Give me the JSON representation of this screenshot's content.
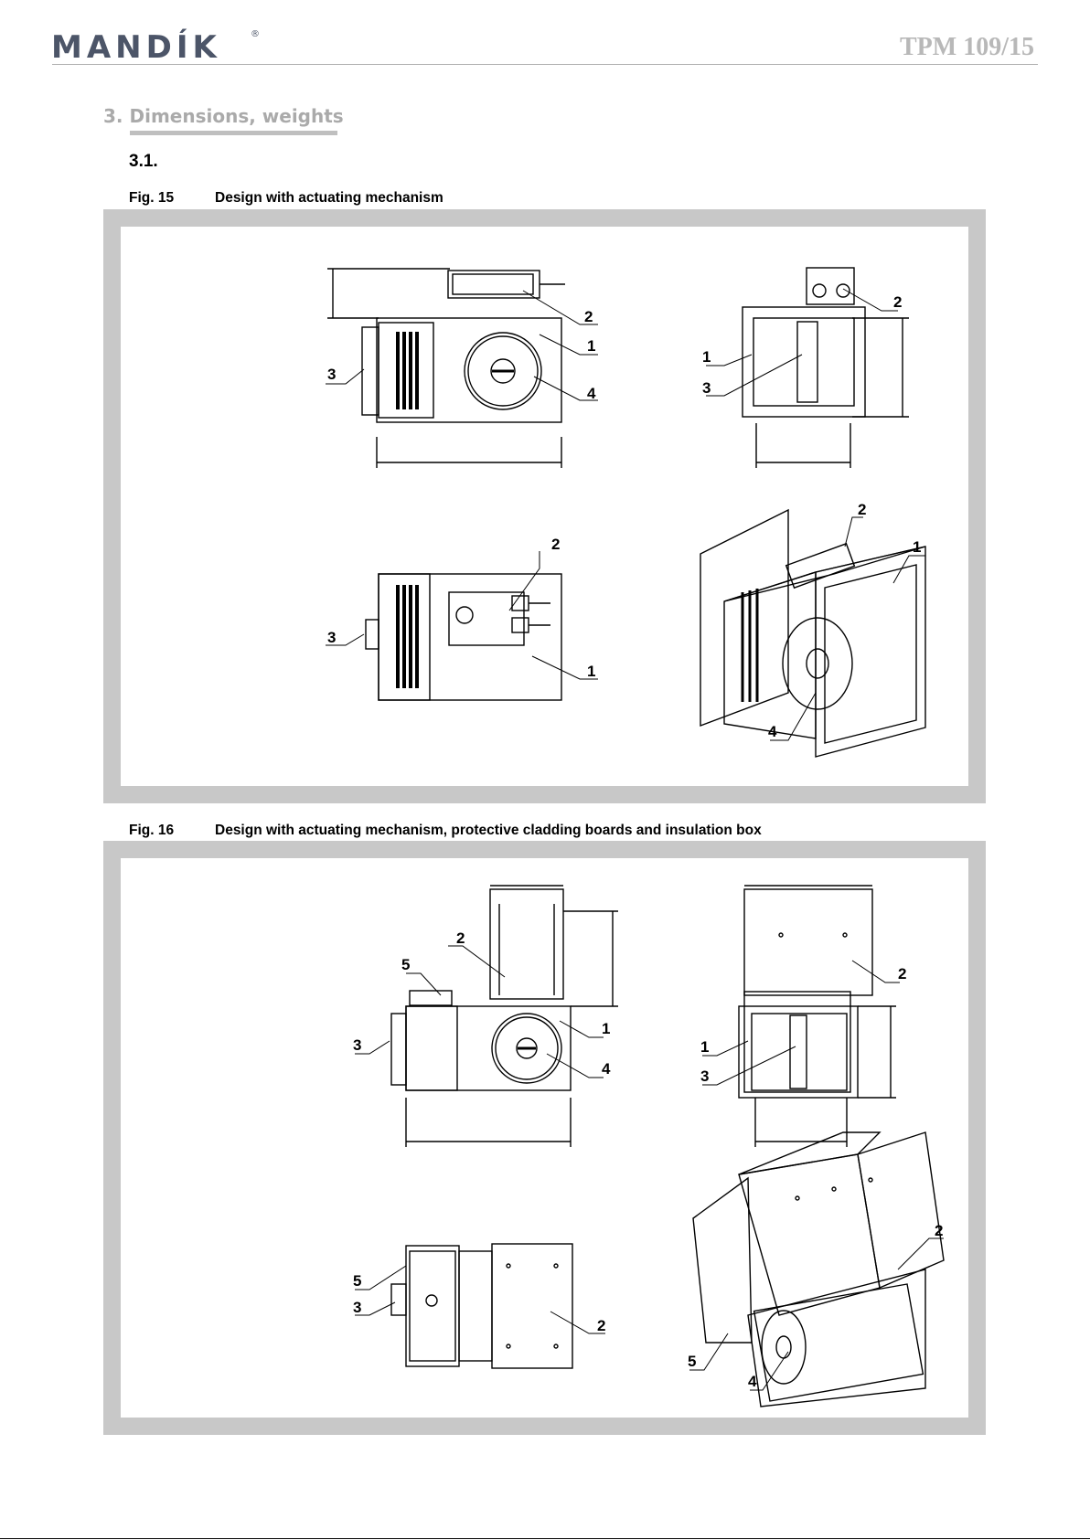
{
  "header": {
    "logo": "MANDÍK",
    "logo_mark": "®",
    "doc_code": "TPM 109/15"
  },
  "section": {
    "number": "3.",
    "title": "Dimensions, weights"
  },
  "subsection": "3.1.",
  "figures": [
    {
      "number": "Fig. 15",
      "title": "Design with actuating mechanism",
      "callouts": [
        "1",
        "2",
        "3",
        "4"
      ]
    },
    {
      "number": "Fig. 16",
      "title": "Design with actuating mechanism, protective cladding boards and insulation box",
      "callouts": [
        "1",
        "2",
        "3",
        "4",
        "5"
      ]
    }
  ],
  "colors": {
    "logo": "#4c5568",
    "frame": "#c8c8c8",
    "muted_heading": "#aaaaaa"
  }
}
